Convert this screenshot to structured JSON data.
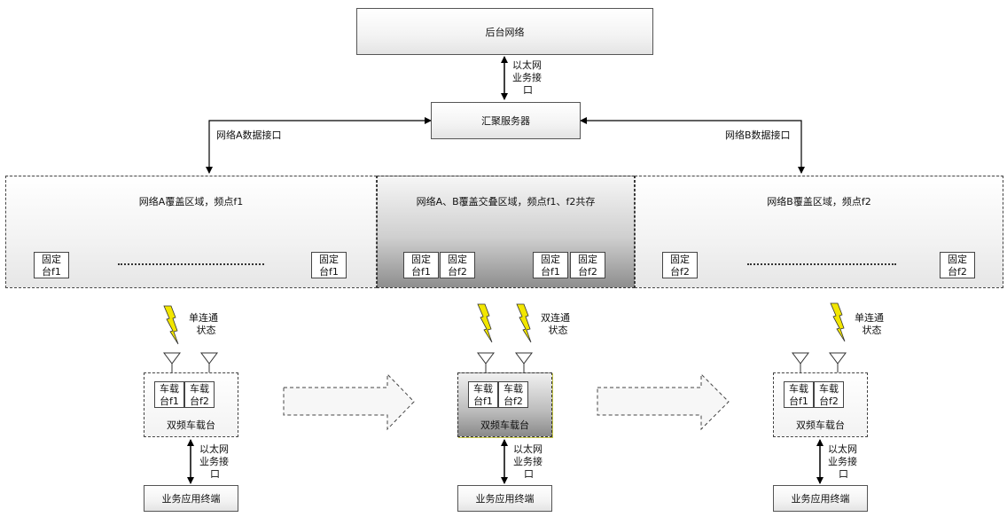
{
  "backend": {
    "label": "后台网络"
  },
  "ethernet_interface_label": [
    "以太网",
    "业务接",
    "口"
  ],
  "aggregation_server": {
    "label": "汇聚服务器"
  },
  "network_a_interface_label": "网络A数据接口",
  "network_b_interface_label": "网络B数据接口",
  "zones": {
    "a": {
      "title": "网络A覆盖区域，频点f1"
    },
    "ab": {
      "title": "网络A、B覆盖交叠区域，频点f1、f2共存"
    },
    "b": {
      "title": "网络B覆盖区域，频点f2"
    }
  },
  "fixed_station": {
    "prefix": "固定",
    "f1": "台f1",
    "f2": "台f2"
  },
  "vehicle": {
    "prefix": "车载",
    "f1": "台f1",
    "f2": "台f2",
    "title": "双频车载台"
  },
  "link_states": {
    "single": [
      "单连通",
      "状态"
    ],
    "dual": [
      "双连通",
      "状态"
    ]
  },
  "terminal": {
    "label": "业务应用终端"
  },
  "colors": {
    "mid_car_border_accent": "#c8c84a",
    "line": "#000000",
    "bolt": "#f2e600"
  }
}
